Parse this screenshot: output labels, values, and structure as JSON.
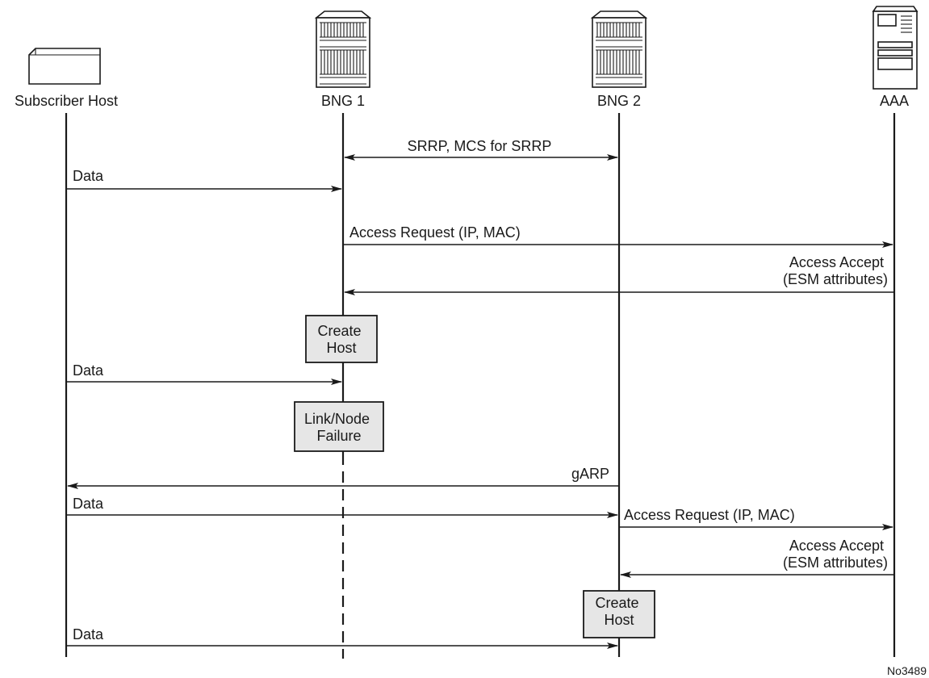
{
  "participants": [
    {
      "name": "Subscriber Host",
      "icon": "terminal-icon"
    },
    {
      "name": "BNG 1",
      "icon": "router-icon"
    },
    {
      "name": "BNG 2",
      "icon": "router-icon"
    },
    {
      "name": "AAA",
      "icon": "server-icon"
    }
  ],
  "messages": [
    {
      "label": "SRRP, MCS for SRRP",
      "from": 1,
      "to": 2,
      "bidirectional": true
    },
    {
      "label": "Data",
      "from": 0,
      "to": 1
    },
    {
      "label": "Access Request (IP, MAC)",
      "from": 1,
      "to": 3
    },
    {
      "label": "Access Accept\n(ESM attributes)",
      "from": 3,
      "to": 1
    },
    {
      "label": "Data",
      "from": 0,
      "to": 1
    },
    {
      "label": "gARP",
      "from": 2,
      "to": 0
    },
    {
      "label": "Data",
      "from": 0,
      "to": 2
    },
    {
      "label": "Access Request (IP, MAC)",
      "from": 2,
      "to": 3
    },
    {
      "label": "Access Accept\n(ESM attributes)",
      "from": 3,
      "to": 2
    },
    {
      "label": "Data",
      "from": 0,
      "to": 2
    }
  ],
  "events": [
    {
      "label": "Create\nHost",
      "at": 1
    },
    {
      "label": "Link/Node\nFailure",
      "at": 1
    },
    {
      "label": "Create\nHost",
      "at": 2
    }
  ],
  "figure_id": "No3489"
}
